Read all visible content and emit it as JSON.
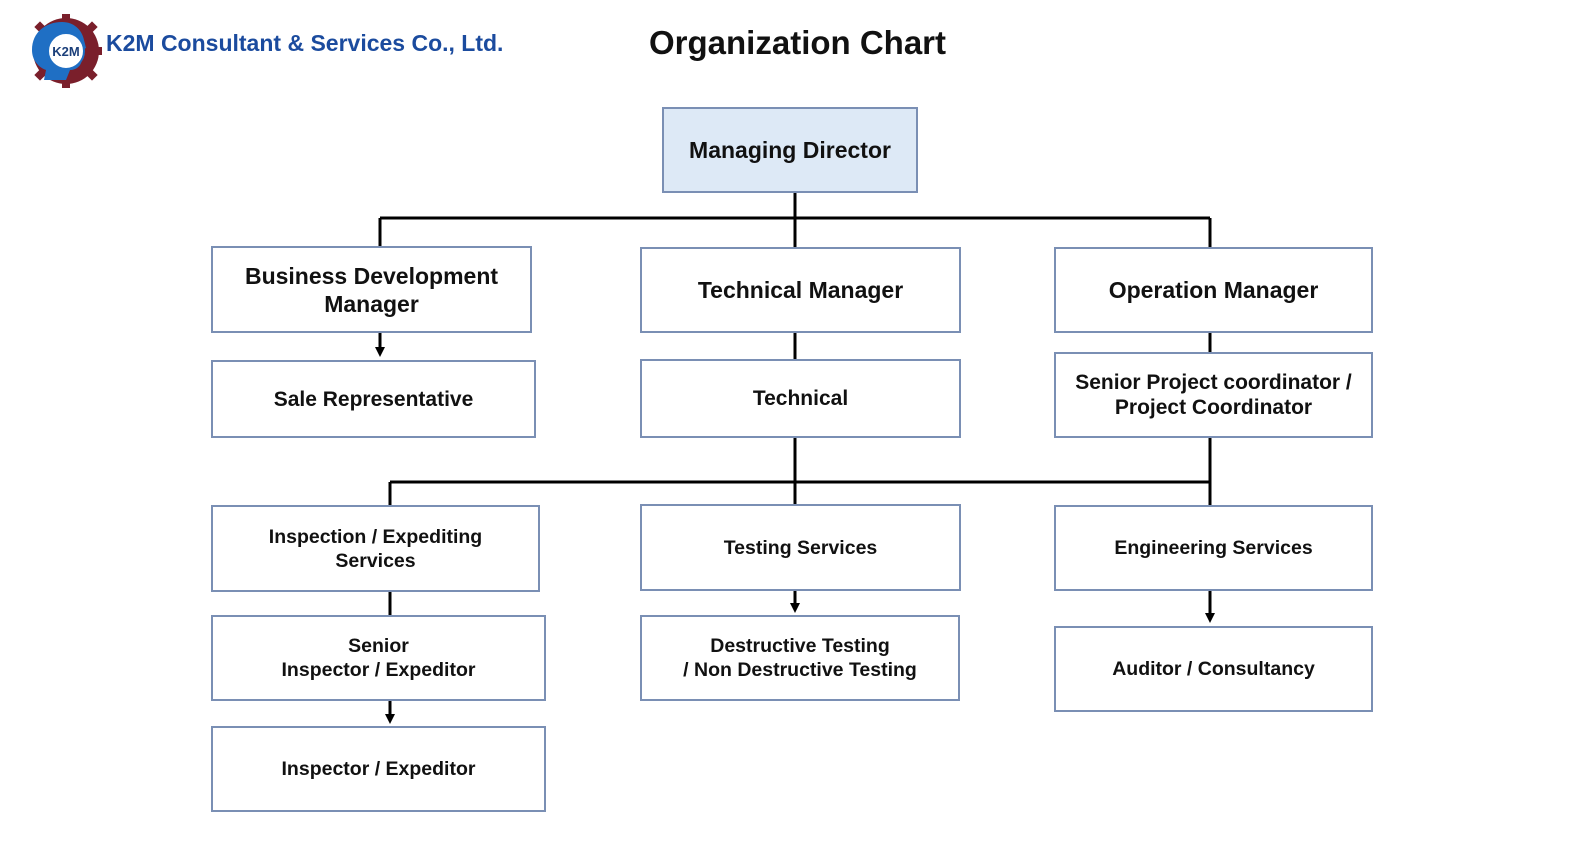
{
  "header": {
    "company_name": "K2M Consultant & Services Co., Ltd.",
    "logo_text": "K2M",
    "title": "Organization Chart"
  },
  "colors": {
    "company_text": "#1b4b9e",
    "node_border": "#7a8fb4",
    "root_fill": "#dde9f6",
    "connector": "#000000",
    "logo_gear": "#7a1f2b",
    "logo_blue": "#1f6fc4"
  },
  "nodes": {
    "managing_director": "Managing Director",
    "business_development_manager": "Business Development\nManager",
    "technical_manager": "Technical Manager",
    "operation_manager": "Operation Manager",
    "sale_representative": "Sale Representative",
    "technical": "Technical",
    "senior_project_coordinator": "Senior Project coordinator /\nProject Coordinator",
    "inspection_expediting_services": "Inspection / Expediting\nServices",
    "testing_services": "Testing Services",
    "engineering_services": "Engineering Services",
    "senior_inspector_expeditor": "Senior\nInspector / Expeditor",
    "destructive_testing": "Destructive Testing\n/ Non Destructive Testing",
    "auditor_consultancy": "Auditor / Consultancy",
    "inspector_expeditor": "Inspector / Expeditor"
  }
}
